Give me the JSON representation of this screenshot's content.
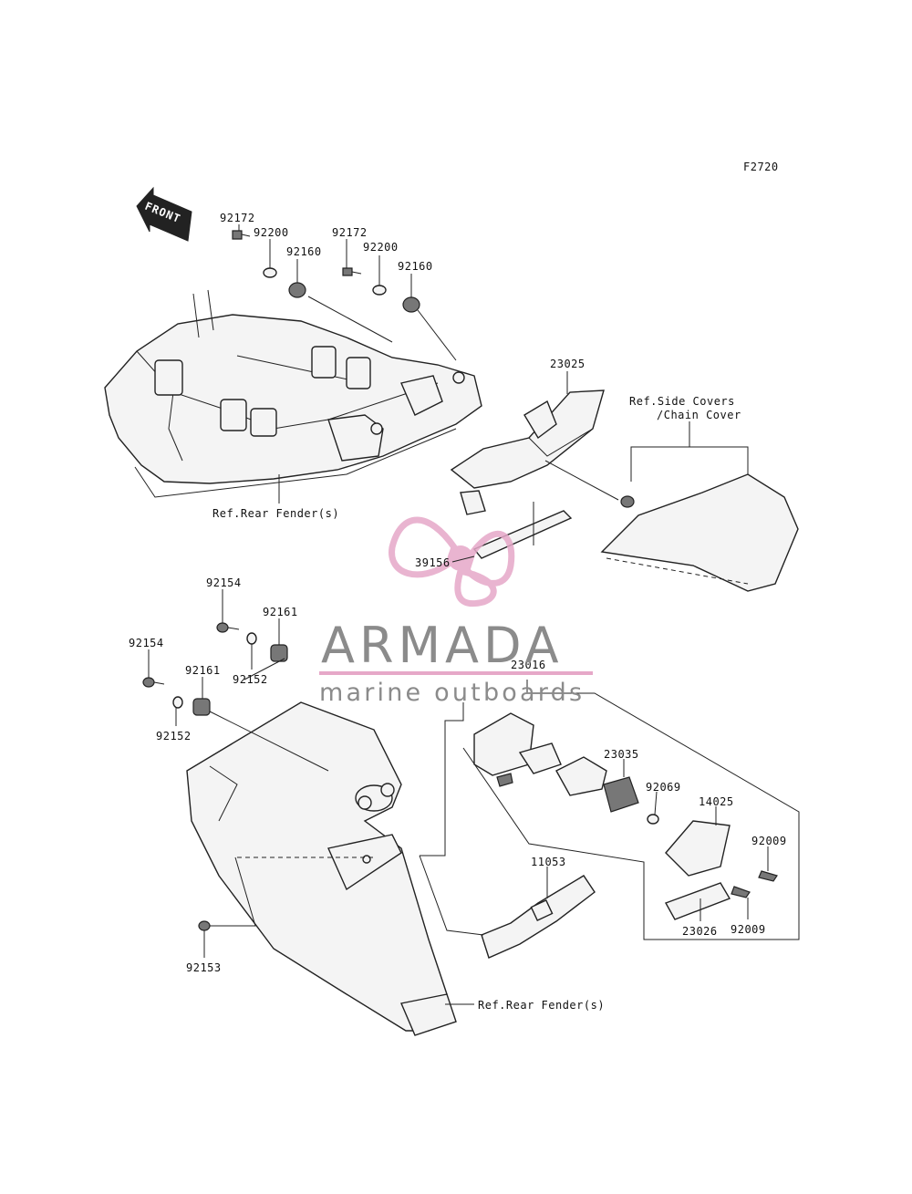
{
  "diagram": {
    "figure_code": "F2720",
    "front_marker": "FRONT",
    "callouts": [
      {
        "id": "c1",
        "text": "92172"
      },
      {
        "id": "c2",
        "text": "92200"
      },
      {
        "id": "c3",
        "text": "92160"
      },
      {
        "id": "c4",
        "text": "92172"
      },
      {
        "id": "c5",
        "text": "92200"
      },
      {
        "id": "c6",
        "text": "92160"
      },
      {
        "id": "c7",
        "text": "23025"
      },
      {
        "id": "c8",
        "text": "Ref.Side Covers"
      },
      {
        "id": "c9",
        "text": "/Chain Cover"
      },
      {
        "id": "c10",
        "text": "Ref.Rear Fender(s)"
      },
      {
        "id": "c11",
        "text": "39156"
      },
      {
        "id": "c12",
        "text": "92154"
      },
      {
        "id": "c13",
        "text": "92161"
      },
      {
        "id": "c14",
        "text": "92154"
      },
      {
        "id": "c15",
        "text": "92161"
      },
      {
        "id": "c16",
        "text": "92152"
      },
      {
        "id": "c17",
        "text": "92152"
      },
      {
        "id": "c18",
        "text": "23016"
      },
      {
        "id": "c19",
        "text": "23035"
      },
      {
        "id": "c20",
        "text": "92069"
      },
      {
        "id": "c21",
        "text": "14025"
      },
      {
        "id": "c22",
        "text": "92009"
      },
      {
        "id": "c23",
        "text": "92009"
      },
      {
        "id": "c24",
        "text": "11053"
      },
      {
        "id": "c25",
        "text": "23026"
      },
      {
        "id": "c26",
        "text": "92153"
      },
      {
        "id": "c27",
        "text": "Ref.Rear Fender(s)"
      }
    ]
  },
  "watermark": {
    "brand": "ARMADA",
    "tagline": "marine outboards",
    "colors": {
      "text": "#8b8b8b",
      "accent": "#e6a8c8",
      "logo": "#e6a8c8"
    }
  }
}
